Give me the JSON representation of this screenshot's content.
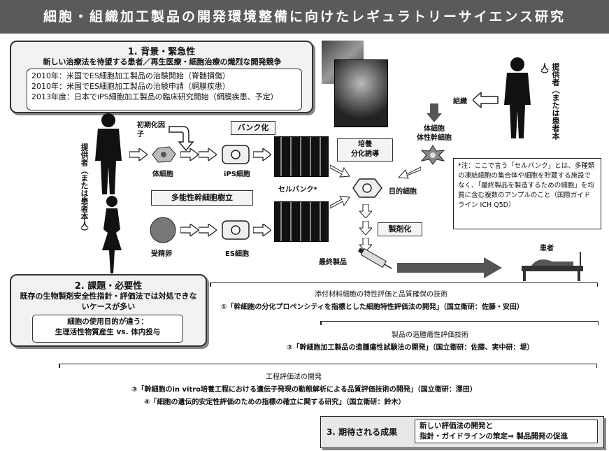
{
  "banner": {
    "title": "細胞・組織加工製品の開発環境整備に向けたレギュラトリーサイエンス研究"
  },
  "section1": {
    "heading": "1. 背景・緊急性",
    "subheading": "新しい治療法を待望する患者／再生医療・細胞治療の熾烈な開発競争",
    "items": [
      "2010年：米国でES細胞加工製品の治験開始（脊髄損傷）",
      "2010年：米国でES細胞加工製品の治験申請（網膜疾患）",
      "2013年度：日本でiPS細胞加工製品の臨床研究開始（網膜疾患、予定）"
    ]
  },
  "diagram": {
    "donor_left": "提供者（または患者本人）",
    "donor_right": "提供者（または患者本人）",
    "reprogramming_factor": "初期化因子",
    "bank": "バンク化",
    "somatic_cell": "体細胞",
    "ips_cell": "iPS細胞",
    "cell_bank": "セルバンク*",
    "culture": "培養\n分化誘導",
    "target_cell": "目的細胞",
    "somatic_stem": "体細胞\n体性幹細胞",
    "tissue": "組織",
    "pluripotent": "多能性幹細胞樹立",
    "fertilized_egg": "受精卵",
    "es_cell": "ES細胞",
    "formulation": "製剤化",
    "final_product": "最終製品",
    "patient": "患者",
    "note": "*注：ここで言う「セルバンク」とは、多種類の凍結細胞の集合体や細胞を貯蔵する施設でなく、「最終製品を製造するための細胞」を均質に含む複数のアンプルのこと（国際ガイドライン ICH Q5D）"
  },
  "section2": {
    "heading": "2. 課題・必要性",
    "text": "既存の生物製剤安全性指針・評価法では対処できないケースが多い",
    "inner": "細胞の使用目的が違う：\n生理活性物質産生 vs. 体内投与"
  },
  "research": {
    "r1_label": "添付材料細胞の特性評価と品質確保の技術",
    "r1": "①「幹細胞の分化プロペンシティを指標とした細胞特性評価法の開発」（国立衛研：佐藤・安田）",
    "r2_label": "製品の造腫瘍性評価技術",
    "r2": "②「幹細胞加工製品の造腫瘍性試験法の開発」（国立衛研：佐藤、実中研：堤）",
    "r3_label": "工程評価法の開発",
    "r3": "③「幹細胞のin vitro培養工程における遺伝子発現の動態解析による品質評価技術の開発」（国立衛研：澤田）",
    "r4": "④「細胞の遺伝的安定性評価のための指標の確立に関する研究」（国立衛研：鈴木）"
  },
  "section3": {
    "heading": "3. 期待される成果",
    "text": "新しい評価法の開発と\n指針・ガイドラインの策定⇒ 製品開発の促進"
  }
}
